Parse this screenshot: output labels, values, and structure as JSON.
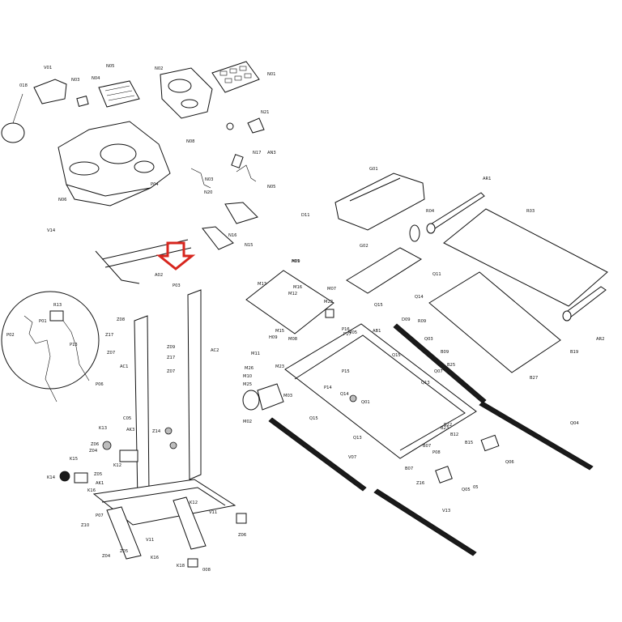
{
  "colors": {
    "line": "#111111",
    "background": "#ffffff",
    "highlight_arrow": "#d7261e"
  },
  "highlight": {
    "icon": "down-arrow-icon"
  },
  "callouts": [
    {
      "id": "lbl-V01",
      "text": "V01"
    },
    {
      "id": "lbl-N03",
      "text": "N03"
    },
    {
      "id": "lbl-N04",
      "text": "N04"
    },
    {
      "id": "lbl-N05",
      "text": "N05"
    },
    {
      "id": "lbl-N02",
      "text": "N02"
    },
    {
      "id": "lbl-N01",
      "text": "N01"
    },
    {
      "id": "lbl-018",
      "text": "018"
    },
    {
      "id": "lbl-N06",
      "text": "N06"
    },
    {
      "id": "lbl-V14",
      "text": "V14"
    },
    {
      "id": "lbl-P04",
      "text": "P04"
    },
    {
      "id": "lbl-N08",
      "text": "N08"
    },
    {
      "id": "lbl-N21",
      "text": "N21"
    },
    {
      "id": "lbl-N17",
      "text": "N17"
    },
    {
      "id": "lbl-AN3",
      "text": "AN3"
    },
    {
      "id": "lbl-N05b",
      "text": "N05"
    },
    {
      "id": "lbl-N03b",
      "text": "N03"
    },
    {
      "id": "lbl-N20",
      "text": "N20"
    },
    {
      "id": "lbl-N16",
      "text": "N16"
    },
    {
      "id": "lbl-N15",
      "text": "N15"
    },
    {
      "id": "lbl-A02",
      "text": "A02"
    },
    {
      "id": "lbl-P03",
      "text": "P03"
    },
    {
      "id": "lbl-R13",
      "text": "R13"
    },
    {
      "id": "lbl-P01",
      "text": "P01"
    },
    {
      "id": "lbl-P02",
      "text": "P02"
    },
    {
      "id": "lbl-P13",
      "text": "P13"
    },
    {
      "id": "lbl-P06",
      "text": "P06"
    },
    {
      "id": "lbl-Z08",
      "text": "Z08"
    },
    {
      "id": "lbl-Z17",
      "text": "Z17"
    },
    {
      "id": "lbl-Z07",
      "text": "Z07"
    },
    {
      "id": "lbl-AC1",
      "text": "AC1"
    },
    {
      "id": "lbl-Z09",
      "text": "Z09"
    },
    {
      "id": "lbl-Z17b",
      "text": "Z17"
    },
    {
      "id": "lbl-Z07b",
      "text": "Z07"
    },
    {
      "id": "lbl-AC2",
      "text": "AC2"
    },
    {
      "id": "lbl-C05",
      "text": "C05"
    },
    {
      "id": "lbl-K13",
      "text": "K13"
    },
    {
      "id": "lbl-AK3",
      "text": "AK3"
    },
    {
      "id": "lbl-Z14",
      "text": "Z14"
    },
    {
      "id": "lbl-Z06",
      "text": "Z06"
    },
    {
      "id": "lbl-Z04",
      "text": "Z04"
    },
    {
      "id": "lbl-Z05",
      "text": "Z05"
    },
    {
      "id": "lbl-K12",
      "text": "K12"
    },
    {
      "id": "lbl-K14",
      "text": "K14"
    },
    {
      "id": "lbl-K15",
      "text": "K15"
    },
    {
      "id": "lbl-AK1",
      "text": "AK1"
    },
    {
      "id": "lbl-K16",
      "text": "K16"
    },
    {
      "id": "lbl-P07",
      "text": "P07"
    },
    {
      "id": "lbl-Z10",
      "text": "Z10"
    },
    {
      "id": "lbl-K12b",
      "text": "K12"
    },
    {
      "id": "lbl-V11",
      "text": "V11"
    },
    {
      "id": "lbl-V11b",
      "text": "V11"
    },
    {
      "id": "lbl-Z06b",
      "text": "Z06"
    },
    {
      "id": "lbl-Z04b",
      "text": "Z04"
    },
    {
      "id": "lbl-Z05b",
      "text": "Z05"
    },
    {
      "id": "lbl-K16b",
      "text": "K16"
    },
    {
      "id": "lbl-K18",
      "text": "K18"
    },
    {
      "id": "lbl-008",
      "text": "008"
    },
    {
      "id": "lbl-G01",
      "text": "G01"
    },
    {
      "id": "lbl-D11",
      "text": "D11"
    },
    {
      "id": "lbl-R04",
      "text": "R04"
    },
    {
      "id": "lbl-AR1",
      "text": "AR1"
    },
    {
      "id": "lbl-R03",
      "text": "R03"
    },
    {
      "id": "lbl-G02",
      "text": "G02"
    },
    {
      "id": "lbl-Q11",
      "text": "Q11"
    },
    {
      "id": "lbl-A01",
      "text": "A01"
    },
    {
      "id": "lbl-H09",
      "text": "H09"
    },
    {
      "id": "lbl-M13",
      "text": "M13"
    },
    {
      "id": "lbl-M16",
      "text": "M16"
    },
    {
      "id": "lbl-M12",
      "text": "M12"
    },
    {
      "id": "lbl-M07",
      "text": "M07"
    },
    {
      "id": "lbl-M22",
      "text": "M22"
    },
    {
      "id": "lbl-Q15",
      "text": "Q15"
    },
    {
      "id": "lbl-Q14",
      "text": "Q14"
    },
    {
      "id": "lbl-R09",
      "text": "R09"
    },
    {
      "id": "lbl-H09b",
      "text": "H09"
    },
    {
      "id": "lbl-M15",
      "text": "M15"
    },
    {
      "id": "lbl-M08",
      "text": "M08"
    },
    {
      "id": "lbl-P16",
      "text": "P16"
    },
    {
      "id": "lbl-P17",
      "text": "P17"
    },
    {
      "id": "lbl-M05",
      "text": "M05"
    },
    {
      "id": "lbl-AB1",
      "text": "AB1"
    },
    {
      "id": "lbl-D09",
      "text": "D09"
    },
    {
      "id": "lbl-Q03",
      "text": "Q03"
    },
    {
      "id": "lbl-B09",
      "text": "B09"
    },
    {
      "id": "lbl-B25",
      "text": "B25"
    },
    {
      "id": "lbl-B27",
      "text": "B27"
    },
    {
      "id": "lbl-B19",
      "text": "B19"
    },
    {
      "id": "lbl-AR2",
      "text": "AR2"
    },
    {
      "id": "lbl-M11",
      "text": "M11"
    },
    {
      "id": "lbl-M26",
      "text": "M26"
    },
    {
      "id": "lbl-M10",
      "text": "M10"
    },
    {
      "id": "lbl-M25",
      "text": "M25"
    },
    {
      "id": "lbl-M23",
      "text": "M23"
    },
    {
      "id": "lbl-M02",
      "text": "M02"
    },
    {
      "id": "lbl-M03",
      "text": "M03"
    },
    {
      "id": "lbl-P14",
      "text": "P14"
    },
    {
      "id": "lbl-Q15b",
      "text": "Q15"
    },
    {
      "id": "lbl-Q13",
      "text": "Q13"
    },
    {
      "id": "lbl-P15",
      "text": "P15"
    },
    {
      "id": "lbl-Q07",
      "text": "Q07"
    },
    {
      "id": "lbl-Q14b",
      "text": "Q14"
    },
    {
      "id": "lbl-Q01",
      "text": "Q01"
    },
    {
      "id": "lbl-Q15c",
      "text": "Q15"
    },
    {
      "id": "lbl-Q13b",
      "text": "Q13"
    },
    {
      "id": "lbl-B23",
      "text": "B23"
    },
    {
      "id": "lbl-B12",
      "text": "B12"
    },
    {
      "id": "lbl-B15",
      "text": "B15"
    },
    {
      "id": "lbl-V07",
      "text": "V07"
    },
    {
      "id": "lbl-B07",
      "text": "B07"
    },
    {
      "id": "lbl-P08",
      "text": "P08"
    },
    {
      "id": "lbl-Q06",
      "text": "Q06"
    },
    {
      "id": "lbl-Q04",
      "text": "Q04"
    },
    {
      "id": "lbl-Z16",
      "text": "Z16"
    },
    {
      "id": "lbl-Q05",
      "text": "Q05"
    },
    {
      "id": "lbl-05",
      "text": "05"
    },
    {
      "id": "lbl-V13",
      "text": "V13"
    },
    {
      "id": "lbl-B07b",
      "text": "B07"
    },
    {
      "id": "lbl-B22",
      "text": "B22"
    }
  ]
}
